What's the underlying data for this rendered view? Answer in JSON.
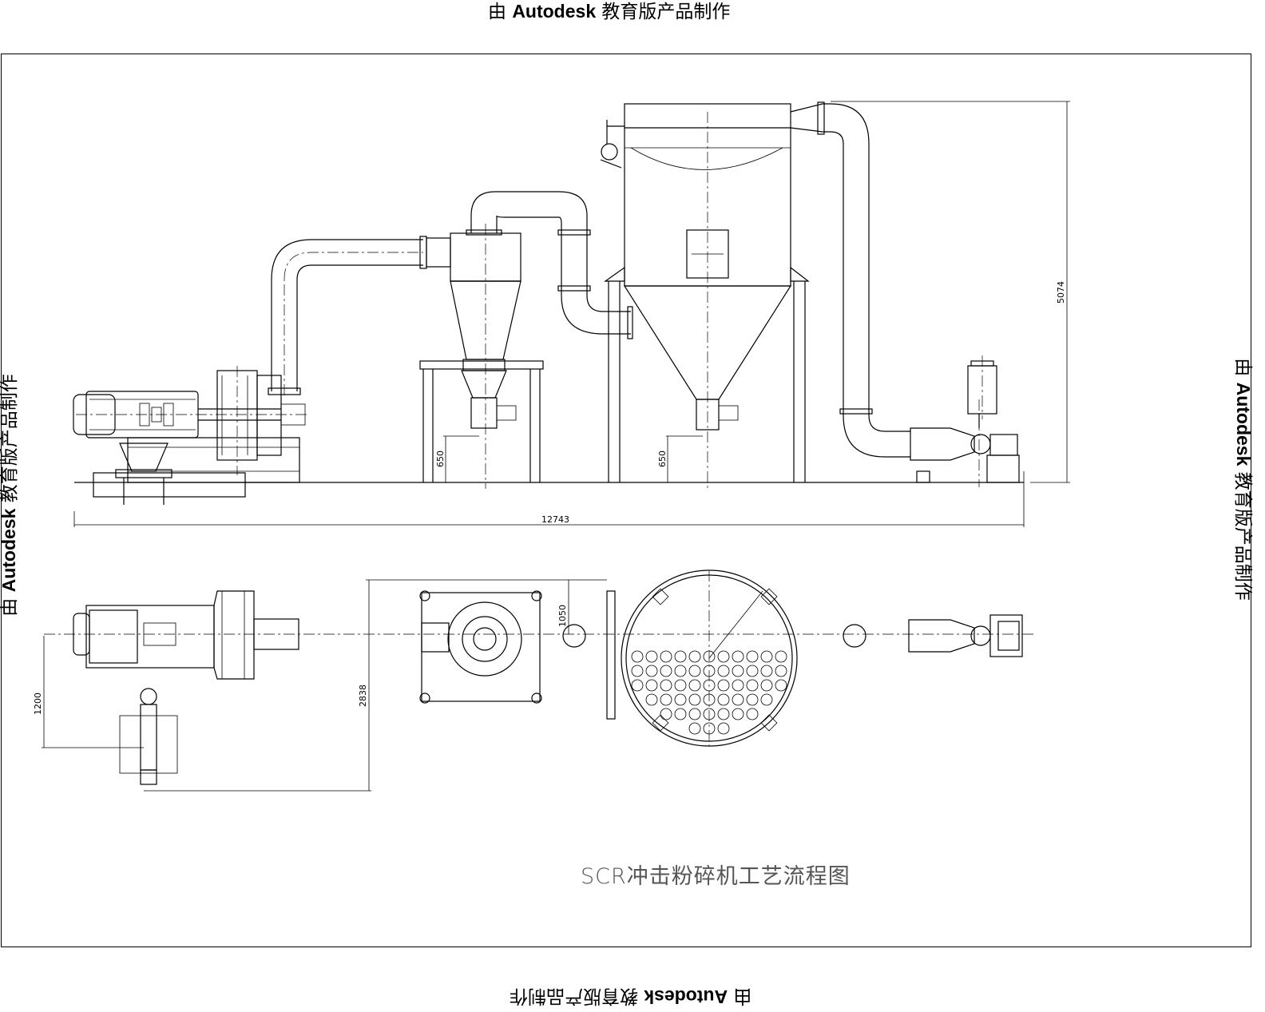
{
  "watermark": {
    "prefix": "由 ",
    "brand": "Autodesk",
    "suffix": " 教育版产品制作"
  },
  "dimensions": {
    "overall_length": "12743",
    "overall_height": "5074",
    "cyclone_outlet_height": "650",
    "filter_outlet_height": "650",
    "plan_offset_1200": "1200",
    "plan_offset_2838": "2838",
    "plan_offset_1050": "1050"
  },
  "title": "SCR冲击粉碎机工艺流程图"
}
